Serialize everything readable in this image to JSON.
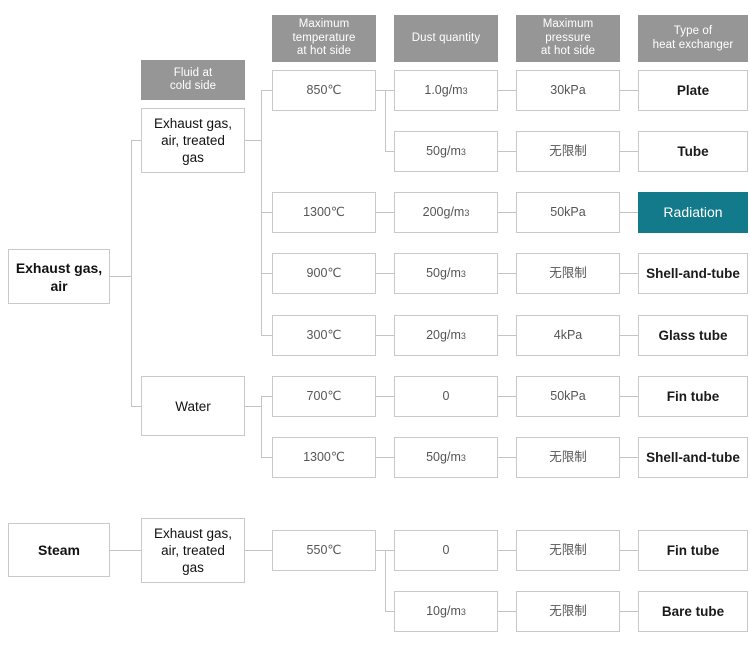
{
  "diagram": {
    "title": "Heat exchanger selection decision tree",
    "accent_color": "#127a8a",
    "header_color": "#969696",
    "border_color": "#c9c9c9"
  },
  "headers": [
    {
      "id": "fluid-cold-side",
      "label": "Fluid at\ncold side"
    },
    {
      "id": "max-temp-hot-side",
      "label": "Maximum\ntemperature\nat hot side"
    },
    {
      "id": "dust-quantity",
      "label": "Dust quantity"
    },
    {
      "id": "max-pressure-hot-side",
      "label": "Maximum\npressure\nat hot side"
    },
    {
      "id": "type-heat-exchanger",
      "label": "Type of\nheat exchanger"
    }
  ],
  "roots": [
    {
      "id": "root-exhaust-gas-air",
      "label": "Exhaust gas,\nair"
    },
    {
      "id": "root-steam",
      "label": "Steam"
    }
  ],
  "fluids": [
    {
      "id": "fluid-exhaust-treated-1",
      "label": "Exhaust gas,\nair, treated\ngas"
    },
    {
      "id": "fluid-water",
      "label": "Water"
    },
    {
      "id": "fluid-exhaust-treated-2",
      "label": "Exhaust gas,\nair, treated\ngas"
    }
  ],
  "temperatures": [
    {
      "id": "temp-850",
      "label": "850℃"
    },
    {
      "id": "temp-1300-a",
      "label": "1300℃"
    },
    {
      "id": "temp-900",
      "label": "900℃"
    },
    {
      "id": "temp-300",
      "label": "300℃"
    },
    {
      "id": "temp-700",
      "label": "700℃"
    },
    {
      "id": "temp-1300-b",
      "label": "1300℃"
    },
    {
      "id": "temp-550",
      "label": "550℃"
    }
  ],
  "dust": [
    {
      "id": "dust-1-0",
      "value": "1.0g/m",
      "exp": "3"
    },
    {
      "id": "dust-50-a",
      "value": "50g/m",
      "exp": "3"
    },
    {
      "id": "dust-200",
      "value": "200g/m",
      "exp": "3"
    },
    {
      "id": "dust-50-b",
      "value": "50g/m",
      "exp": "3"
    },
    {
      "id": "dust-20",
      "value": "20g/m",
      "exp": "3"
    },
    {
      "id": "dust-0-a",
      "value": "0",
      "exp": ""
    },
    {
      "id": "dust-50-c",
      "value": "50g/m",
      "exp": "3"
    },
    {
      "id": "dust-0-b",
      "value": "0",
      "exp": ""
    },
    {
      "id": "dust-10",
      "value": "10g/m",
      "exp": "3"
    }
  ],
  "pressures": [
    {
      "id": "pressure-30kpa",
      "label": "30kPa"
    },
    {
      "id": "pressure-unlimited-a",
      "label": "无限制"
    },
    {
      "id": "pressure-50kpa-a",
      "label": "50kPa"
    },
    {
      "id": "pressure-unlimited-b",
      "label": "无限制"
    },
    {
      "id": "pressure-4kpa",
      "label": "4kPa"
    },
    {
      "id": "pressure-50kpa-b",
      "label": "50kPa"
    },
    {
      "id": "pressure-unlimited-c",
      "label": "无限制"
    },
    {
      "id": "pressure-unlimited-d",
      "label": "无限制"
    },
    {
      "id": "pressure-unlimited-e",
      "label": "无限制"
    }
  ],
  "types": [
    {
      "id": "type-plate",
      "label": "Plate",
      "highlighted": false
    },
    {
      "id": "type-tube",
      "label": "Tube",
      "highlighted": false
    },
    {
      "id": "type-radiation",
      "label": "Radiation",
      "highlighted": true
    },
    {
      "id": "type-shell-and-tube-a",
      "label": "Shell-and-tube",
      "highlighted": false
    },
    {
      "id": "type-glass-tube",
      "label": "Glass tube",
      "highlighted": false
    },
    {
      "id": "type-fin-tube-a",
      "label": "Fin tube",
      "highlighted": false
    },
    {
      "id": "type-shell-and-tube-b",
      "label": "Shell-and-tube",
      "highlighted": false
    },
    {
      "id": "type-fin-tube-b",
      "label": "Fin tube",
      "highlighted": false
    },
    {
      "id": "type-bare-tube",
      "label": "Bare tube",
      "highlighted": false
    }
  ]
}
